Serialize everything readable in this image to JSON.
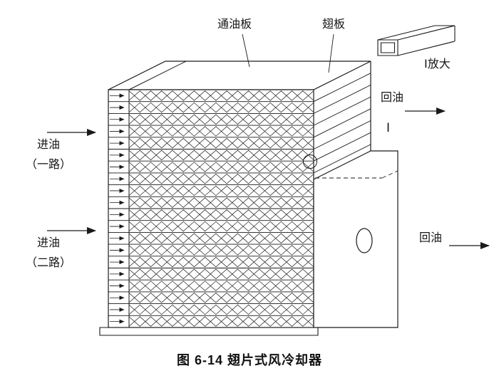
{
  "figure": {
    "caption": "图 6-14  翅片式风冷却器"
  },
  "labels": {
    "oil_passage_plate": "通油板",
    "fin_plate": "翅板",
    "detail_enlarged": "Ⅰ放大",
    "detail_marker": "Ⅰ",
    "oil_return_top": "回油",
    "oil_return_side": "回油",
    "oil_inlet_1": "进油",
    "oil_inlet_1_path": "（一路）",
    "oil_inlet_2": "进油",
    "oil_inlet_2_path": "（二路）"
  },
  "diagram": {
    "layer_count": 20,
    "line_color": "#1a1a1a",
    "background": "#ffffff"
  }
}
